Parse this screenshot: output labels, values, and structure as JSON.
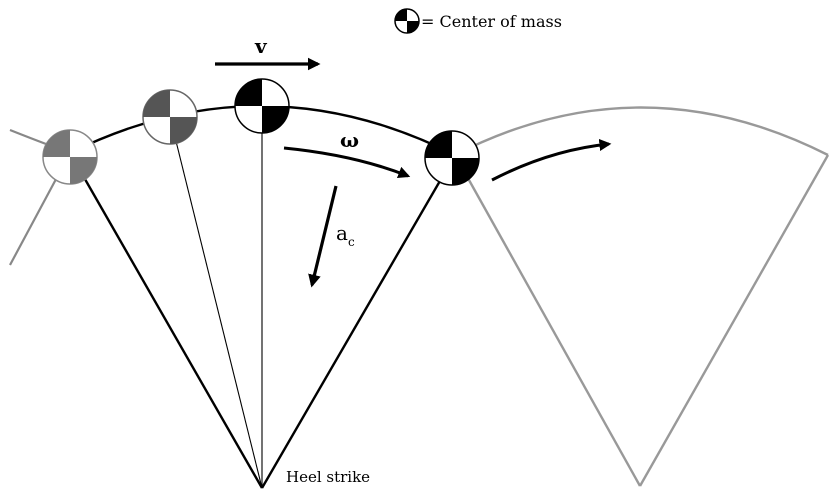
{
  "legend": {
    "symbol": "center-of-mass-icon",
    "text": "= Center of mass"
  },
  "labels": {
    "velocity": "v",
    "angular_velocity": "ω",
    "centripetal_accel": "a",
    "centripetal_accel_sub": "c",
    "heel_strike": "Heel strike"
  },
  "colors": {
    "stance": "#000000",
    "previous_step": "#888888",
    "next_step": "#999999",
    "com_fade_light": "#777777",
    "com_fade_mid": "#555555",
    "com_current": "#000000"
  }
}
